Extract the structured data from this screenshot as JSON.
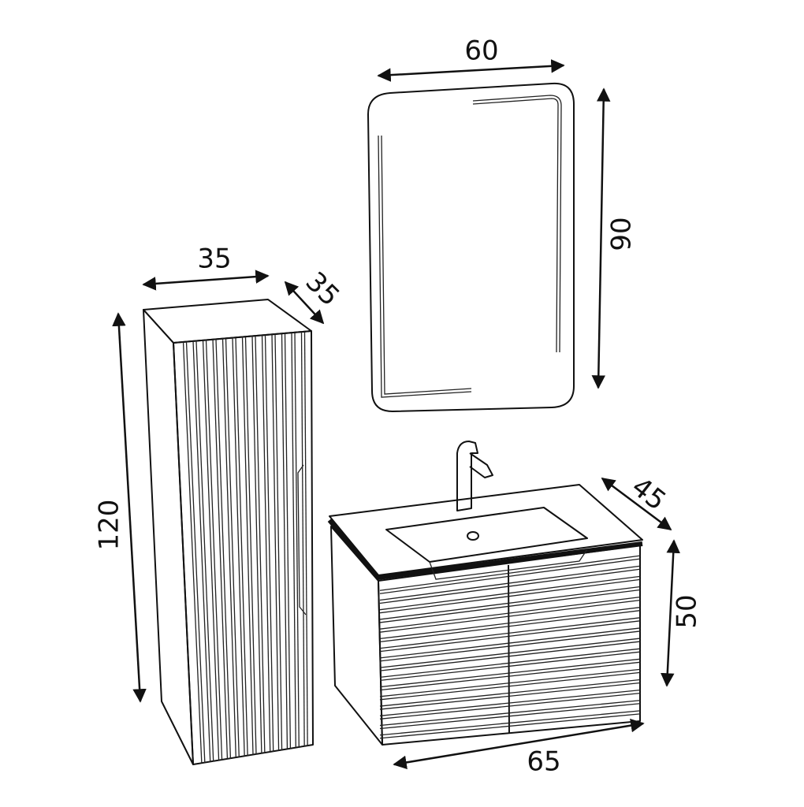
{
  "dimensions": {
    "mirror_width": "60",
    "mirror_height": "90",
    "tall_cabinet_width": "35",
    "tall_cabinet_depth": "35",
    "tall_cabinet_height": "120",
    "vanity_depth": "45",
    "vanity_height": "50",
    "vanity_width": "65"
  },
  "colors": {
    "line": "#111111",
    "background": "#ffffff"
  }
}
